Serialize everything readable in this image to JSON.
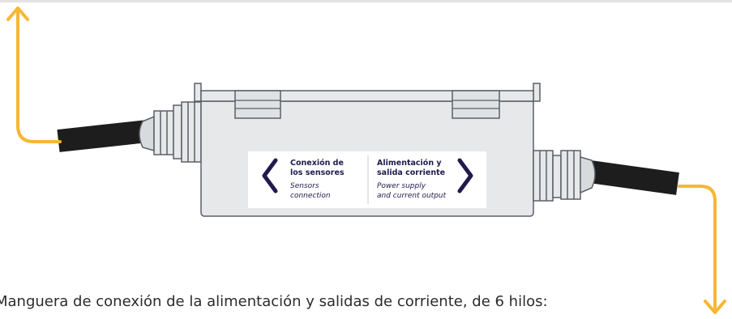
{
  "left_panel": {
    "title_line1": "Conexión de",
    "title_line2": "los sensores",
    "subtitle_line1": "Sensors",
    "subtitle_line2": "connection"
  },
  "right_panel": {
    "title_line1": "Alimentación y",
    "title_line2": "salida corriente",
    "subtitle_line1": "Power supply",
    "subtitle_line2": "and current output"
  },
  "caption": "Manguera de conexión de la alimentación y salidas de corriente, de 6 hilos:",
  "colors": {
    "arrow": "#f7b733",
    "cable": "#1d1d1d",
    "enclosure_fill": "#e6e8ea",
    "enclosure_stroke": "#5a6068",
    "label_bg": "#ffffff",
    "label_text": "#1f1b4d"
  }
}
